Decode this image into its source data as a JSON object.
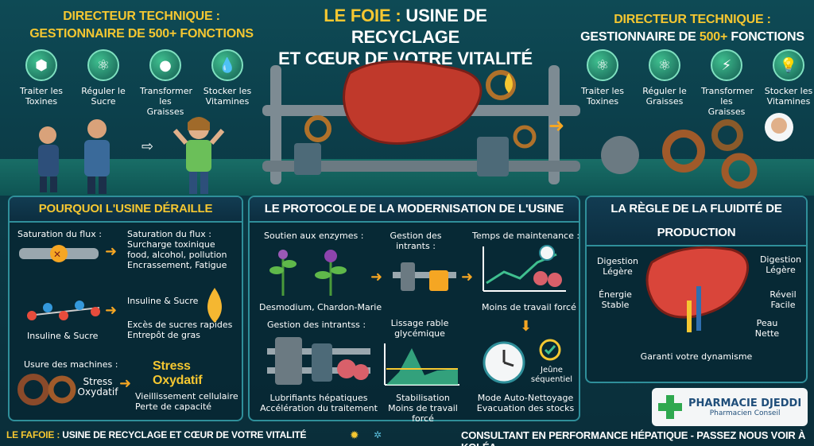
{
  "header": {
    "main_title_yellow": "LE FOIE :",
    "main_title_rest": " USINE DE RECYCLAGE",
    "main_title_line2": "ET CŒUR DE VOTRE VITALITÉ",
    "left": {
      "line1": "DIRECTEUR TECHNIQUE :",
      "line2": "GESTIONNAIRE DE 500+ FONCTIONS",
      "functions": [
        {
          "icon": "hexagon-icon",
          "label": "Traiter les Toxines"
        },
        {
          "icon": "molecule-icon",
          "label": "Réguler le Sucre"
        },
        {
          "icon": "droplets-icon",
          "label": "Transformer les Graisses"
        },
        {
          "icon": "drop-icon",
          "label": "Stocker les Vitamines"
        }
      ]
    },
    "right": {
      "line1": "DIRECTEUR TECHNIQUE :",
      "line2a": "GESTIONNAIRE DE ",
      "line2b": "500+",
      "line2c": " FONCTIONS",
      "functions": [
        {
          "icon": "molecule-icon",
          "label": "Traiter les Toxines"
        },
        {
          "icon": "molecule-icon",
          "label": "Réguler le Graisses"
        },
        {
          "icon": "bolt-icon",
          "label": "Transformer les Graisses"
        },
        {
          "icon": "bulb-icon",
          "label": "Stocker les Vitamines"
        }
      ]
    }
  },
  "panel1": {
    "title": "POURQUOI L'USINE DÉRAILLE",
    "row1_left": "Saturation du flux :",
    "row1_right_title": "Saturation du flux :",
    "row1_right_lines": [
      "Surcharge toxinique",
      "food, alcohol, pollution",
      "Encrassement, Fatigue"
    ],
    "row2_left": "Insuline & Sucre",
    "row2_right_title": "Insuline & Sucre",
    "row2_right_lines": [
      "Excès de sucres rapides",
      "Entrepôt de gras"
    ],
    "row3_left_title": "Usure des machines :",
    "row3_left_sub": "Stress Oxydatif",
    "row3_right_title": "Stress Oxydatif",
    "row3_right_lines": [
      "Vieillissement cellulaire",
      "Perte de capacité"
    ]
  },
  "panel2": {
    "title": "LE PROTOCOLE DE LA MODERNISATION DE L'USINE",
    "a_title": "Soutien aux enzymes :",
    "a_caption": "Desmodium, Chardon-Marie",
    "b_title": "Gestion des intrants :",
    "c_title": "Temps de maintenance :",
    "c_caption": "Moins de travail forcé",
    "d_title": "Gestion des intrantss :",
    "d_caption1": "Lubrifiants hépatiques",
    "d_caption2": "Accélération du traitement",
    "e_title1": "Lissage rable",
    "e_title2": "glycémique",
    "e_caption1": "Stabilisation",
    "e_caption2": "Moins de travail forcé",
    "f_label1": "Jeûne",
    "f_label2": "séquentiel",
    "f_caption1": "Mode Auto-Nettoyage",
    "f_caption2": "Evacuation des stocks"
  },
  "panel3": {
    "title": "LA RÈGLE DE LA FLUIDITÉ DE PRODUCTION",
    "l1": "Digestion Légère",
    "l2": "Énergie Stable",
    "r1": "Digestion Légère",
    "r2": "Réveil Facile",
    "r3": "Peau Nette",
    "caption": "Garanti votre dynamisme"
  },
  "footer": {
    "left_yellow": "LE FAFOIE :",
    "left_rest": " USINE DE RECYCLAGE ET CŒUR DE VOTRE VITALITÉ",
    "right": "CONSULTANT EN PERFORMANCE HÉPATIQUE - PASSEZ NOUS VOIR À KOLÉA"
  },
  "pharmacy": {
    "name": "PHARMACIE DJEDDI",
    "subtitle": "Pharmacien Conseil"
  },
  "colors": {
    "accent_yellow": "#f5c731",
    "panel_border": "#2f8f9a",
    "liver": "#c0392b"
  }
}
